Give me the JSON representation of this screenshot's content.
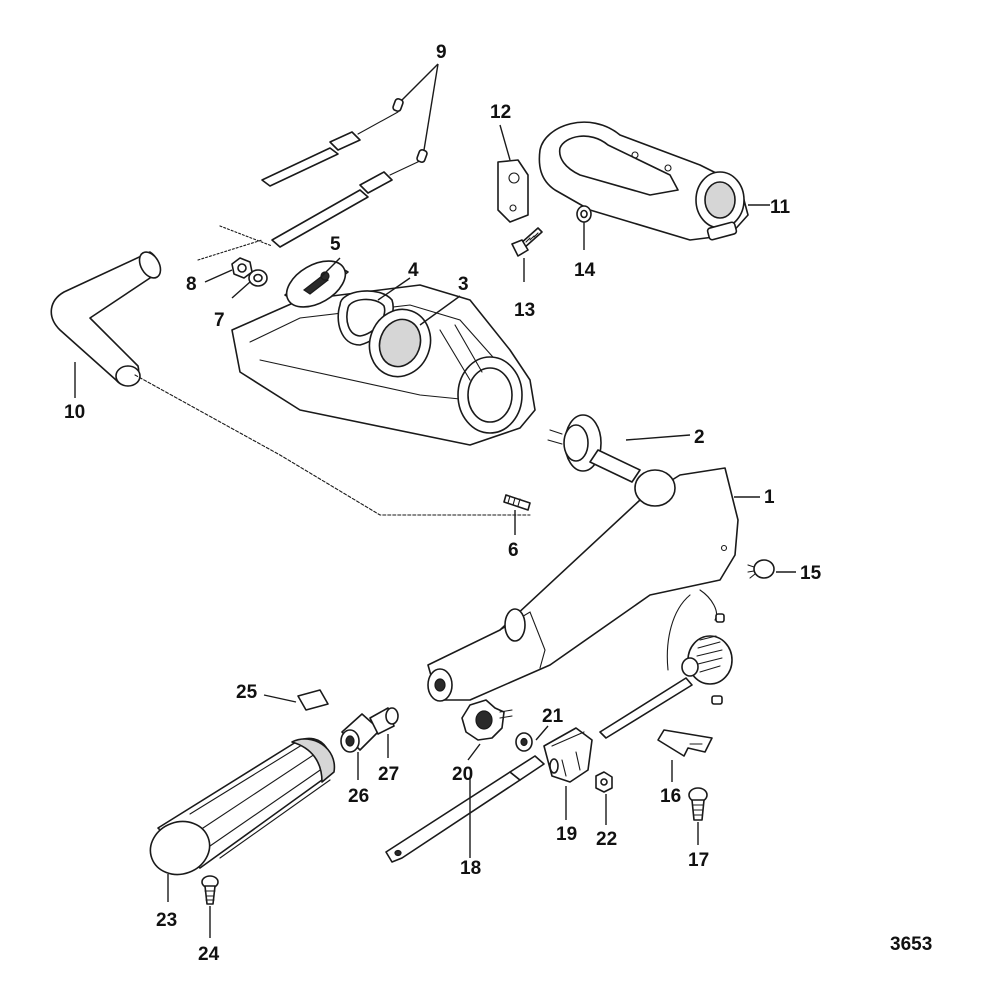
{
  "callouts": {
    "c1": "1",
    "c2": "2",
    "c3": "3",
    "c4": "4",
    "c5": "5",
    "c6": "6",
    "c7": "7",
    "c8": "8",
    "c9": "9",
    "c10": "10",
    "c11": "11",
    "c12": "12",
    "c13": "13",
    "c14": "14",
    "c15": "15",
    "c16": "16",
    "c17": "17",
    "c18": "18",
    "c19": "19",
    "c20": "20",
    "c21": "21",
    "c22": "22",
    "c23": "23",
    "c24": "24",
    "c25": "25",
    "c26": "26",
    "c27": "27"
  },
  "figure_number": "3653",
  "colors": {
    "ink": "#1a1a1a",
    "shade": "#d6d6d6",
    "paper": "#ffffff"
  }
}
